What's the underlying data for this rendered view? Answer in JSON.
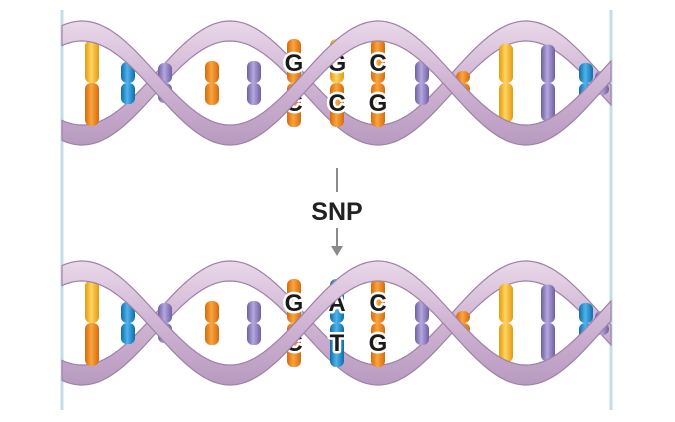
{
  "diagram": {
    "label": "SNP",
    "colors": {
      "backbone": "#d8c2da",
      "backbone_stroke": "#9c82a6",
      "orange": "#f28c1c",
      "yellow": "#f7bb2a",
      "blue": "#1f8fd2",
      "purple": "#8e7fbf",
      "frame": "#c3dde6",
      "arrow": "#8a8a8a"
    },
    "top_helix": {
      "upper_bases": [
        "G",
        "G",
        "C"
      ],
      "lower_bases": [
        "C",
        "C",
        "G"
      ]
    },
    "bottom_helix": {
      "upper_bases": [
        "G",
        "A",
        "C"
      ],
      "lower_bases": [
        "C",
        "T",
        "G"
      ]
    }
  }
}
